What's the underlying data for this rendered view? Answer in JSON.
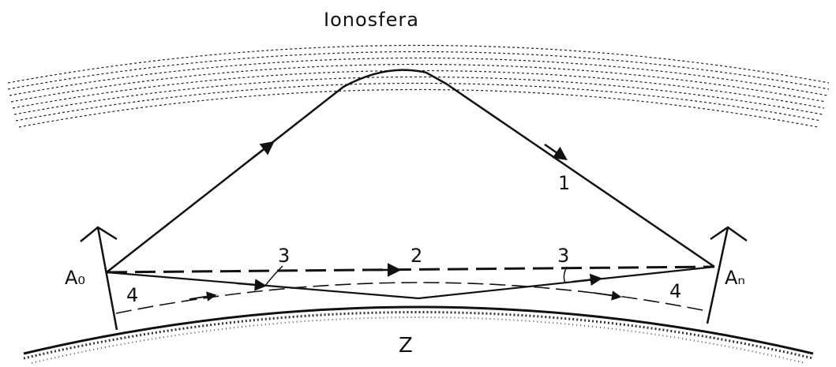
{
  "labels": {
    "ionosphere": "Ionosfera",
    "earth": "Z",
    "transmitter": "A₀",
    "receiver": "Aₙ",
    "ray_sky": "1",
    "ray_direct": "2",
    "ray_reflected_left": "3",
    "ray_reflected_right": "3",
    "ray_ground_left": "4",
    "ray_ground_right": "4"
  },
  "colors": {
    "ink": "#111111",
    "background": "#ffffff"
  }
}
